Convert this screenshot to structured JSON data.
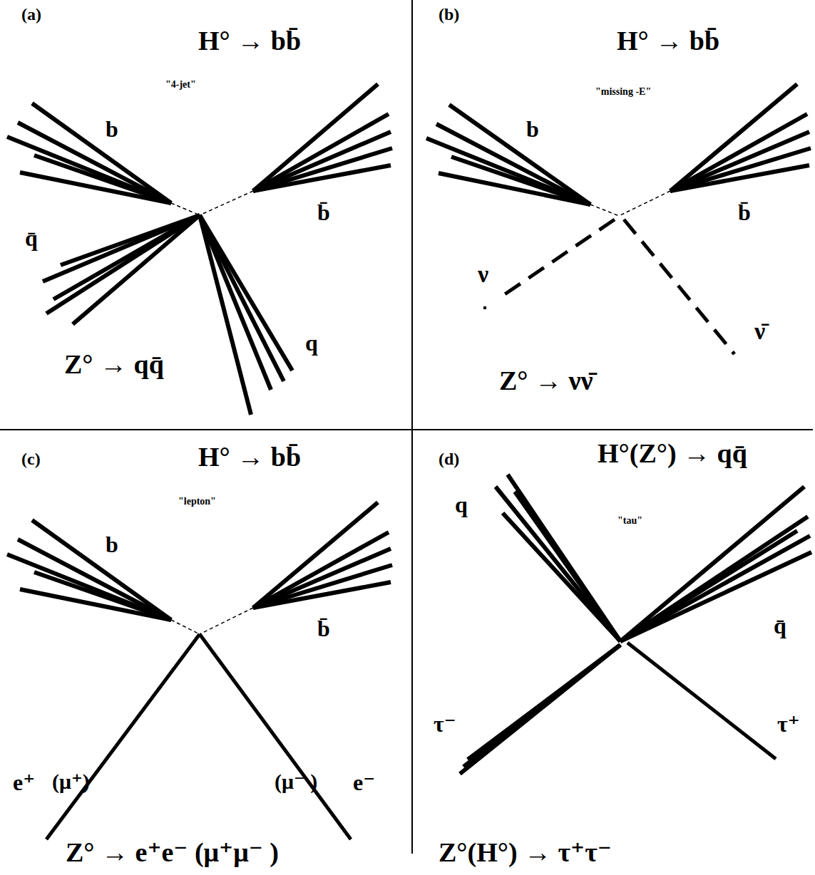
{
  "diagram": {
    "labels": [
      "(a)",
      "H° → bb̄",
      "\"4-jet\"",
      "b",
      "b̄",
      "q̄",
      "q",
      "Z° → qq̄",
      "(b)",
      "H° → bb̄",
      "\"missing -E\"",
      "b",
      "b̄",
      "ν",
      "ν̄",
      "Z° → νν̄",
      "(c)",
      "H° → bb̄",
      "\"lepton\"",
      "b",
      "b̄",
      "e⁺",
      "(μ⁺)",
      "(μ⁻ )",
      "e⁻",
      "Z° → e⁺e⁻  (μ⁺μ⁻ )",
      "(d)",
      "H°(Z°) → qq̄",
      "\"tau\"",
      "q",
      "q̄",
      "τ⁻",
      "τ⁺",
      "Z°(H°) → τ⁺τ⁻"
    ]
  }
}
